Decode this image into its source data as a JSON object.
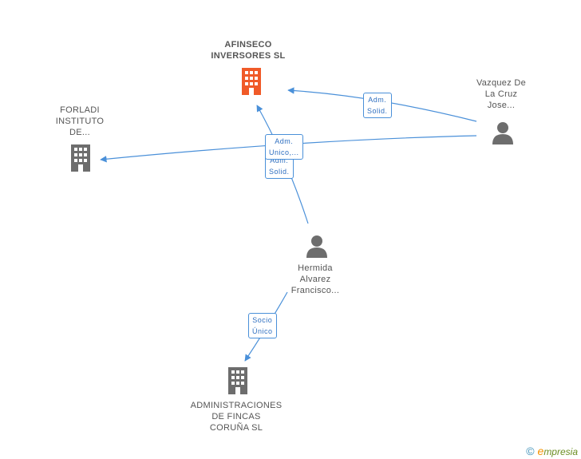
{
  "colors": {
    "edge": "#4a90d9",
    "main_building": "#f05a28",
    "building": "#6d6d6d",
    "person": "#6d6d6d"
  },
  "nodes": {
    "afinseco": {
      "line1": "AFINSECO",
      "line2": "INVERSORES SL",
      "icon": "building-icon"
    },
    "forladi": {
      "line1": "FORLADI",
      "line2": "INSTITUTO",
      "line3": "DE...",
      "icon": "building-icon"
    },
    "vazquez": {
      "line1": "Vazquez De",
      "line2": "La Cruz",
      "line3": "Jose...",
      "icon": "person-icon"
    },
    "hermida": {
      "line1": "Hermida",
      "line2": "Alvarez",
      "line3": "Francisco...",
      "icon": "person-icon"
    },
    "administraciones": {
      "line1": "ADMINISTRACIONES",
      "line2": "DE FINCAS",
      "line3": "CORUÑA SL",
      "icon": "building-icon"
    }
  },
  "edges": {
    "vazquez_afinseco": {
      "line1": "Adm.",
      "line2": "Solid."
    },
    "hermida_multi": {
      "line1": "Adm.",
      "line2": "Unico,..."
    },
    "hermida_afinseco": {
      "line1": "Adm.",
      "line2": "Solid."
    },
    "hermida_admin": {
      "line1": "Socio",
      "line2": "Único"
    }
  },
  "brand": {
    "copyright": "©",
    "initial": "e",
    "rest": "mpresia"
  }
}
